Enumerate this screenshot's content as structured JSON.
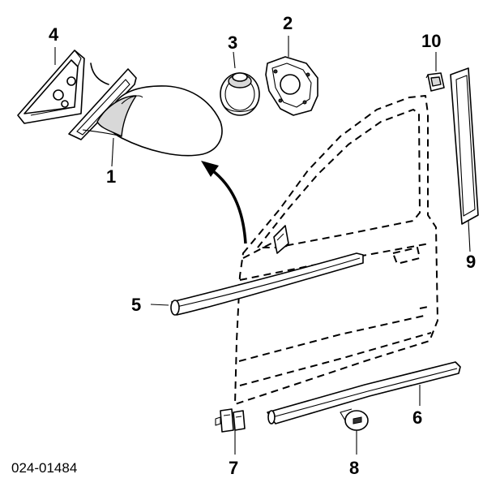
{
  "figure_id": "024-01484",
  "callouts": {
    "c1": "1",
    "c2": "2",
    "c3": "3",
    "c4": "4",
    "c5": "5",
    "c6": "6",
    "c7": "7",
    "c8": "8",
    "c9": "9",
    "c10": "10"
  }
}
